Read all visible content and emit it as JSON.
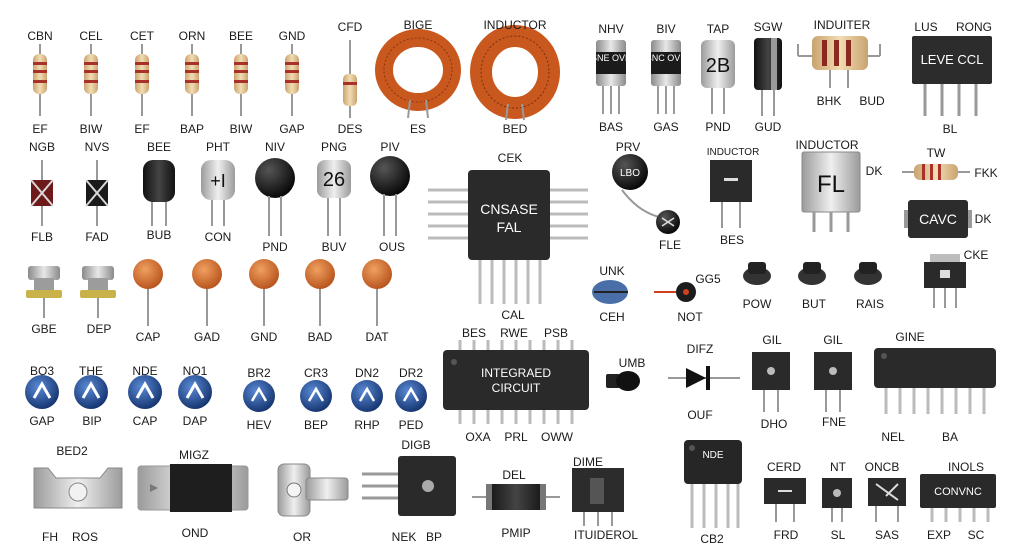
{
  "labels": {
    "r1_top": [
      "CBN",
      "CEL",
      "CET",
      "ORN",
      "BEE",
      "GND"
    ],
    "r1_bot": [
      "EF",
      "BIW",
      "EF",
      "BAP",
      "BIW",
      "GAP"
    ],
    "cfd": "CFD",
    "des": "DES",
    "bige": "BIGE",
    "es": "ES",
    "inductor1": "INDUCTOR",
    "bed": "BED",
    "nhv": "NHV",
    "biv": "BIV",
    "tap": "TAP",
    "sgw": "SGW",
    "bas": "BAS",
    "gas": "GAS",
    "pnd1": "PND",
    "gud": "GUD",
    "induiter": "INDUITER",
    "bhk": "BHK",
    "bud1": "BUD",
    "lus": "LUS",
    "rong": "RONG",
    "bl": "BL",
    "ngb": "NGB",
    "nvs": "NVS",
    "flb": "FLB",
    "fad": "FAD",
    "bee2": "BEE",
    "bub": "BUB",
    "pht": "PHT",
    "con": "CON",
    "niv": "NIV",
    "pnd2": "PND",
    "png": "PNG",
    "buv": "BUV",
    "piv": "PIV",
    "ous": "OUS",
    "cek": "CEK",
    "cal": "CAL",
    "prv": "PRV",
    "fle": "FLE",
    "inductor_small": "INDUCTOR",
    "bes1": "BES",
    "inductor2": "INDUCTOR",
    "dk1": "DK",
    "tw": "TW",
    "fkk": "FKK",
    "dk2": "DK",
    "cke": "CKE",
    "gbe": "GBE",
    "dep": "DEP",
    "caps_bot": [
      "CAP",
      "GAD",
      "GND",
      "BAD",
      "DAT"
    ],
    "unk": "UNK",
    "ceh": "CEH",
    "gg5": "GG5",
    "not": "NOT",
    "pow": "POW",
    "but": "BUT",
    "rais": "RAIS",
    "bes2": "BES",
    "rwe": "RWE",
    "psb": "PSB",
    "oxa": "OXA",
    "prl": "PRL",
    "oww": "OWW",
    "umb": "UMB",
    "difz": "DIFZ",
    "ouf": "OUF",
    "gil1": "GIL",
    "dho": "DHO",
    "gil2": "GIL",
    "fne": "FNE",
    "gine": "GINE",
    "nel": "NEL",
    "ba": "BA",
    "leds_top": [
      "BO3",
      "THE",
      "NDE",
      "NO1",
      "BR2",
      "CR3",
      "DN2",
      "DR2"
    ],
    "leds_bot": [
      "GAP",
      "BIP",
      "CAP",
      "DAP",
      "HEV",
      "BEP",
      "RHP",
      "PED"
    ],
    "bed2": "BED2",
    "fh": "FH",
    "ros": "ROS",
    "migz": "MIGZ",
    "ond": "OND",
    "or": "OR",
    "digb": "DIGB",
    "nek": "NEK",
    "bp": "BP",
    "del": "DEL",
    "pmip": "PMIP",
    "dime": "DIME",
    "ituideroi": "ITUIDEROL",
    "cb2": "CB2",
    "cerd": "CERD",
    "frd": "FRD",
    "nt": "NT",
    "sl": "SL",
    "oncb": "ONCB",
    "sas": "SAS",
    "inols": "INOLS",
    "exp": "EXP",
    "sc": "SC"
  },
  "markings": {
    "nhv_body": "SNE OVB",
    "biv_body": "BNC OVB",
    "tap_body": "2B",
    "lus_body": "LEVE CCL",
    "pht_body": "+I",
    "png_body": "26",
    "cek_body": [
      "CNSASE",
      "FAL"
    ],
    "prv_body": "LBO",
    "inductor2_body": "FL",
    "cavc_body": "CAVC",
    "ic_body": [
      "INTEGRAED",
      "CIRCUIT"
    ],
    "cb2_body": "NDE",
    "inols_body": "CONVNC"
  },
  "colors": {
    "copper": "#c8581e",
    "resistor_body": "#e7c89a",
    "led_blue": "#1f4e9c",
    "cap_orange": "#d0692a",
    "ic_black": "#262626",
    "metal": "#bdbdbd"
  }
}
